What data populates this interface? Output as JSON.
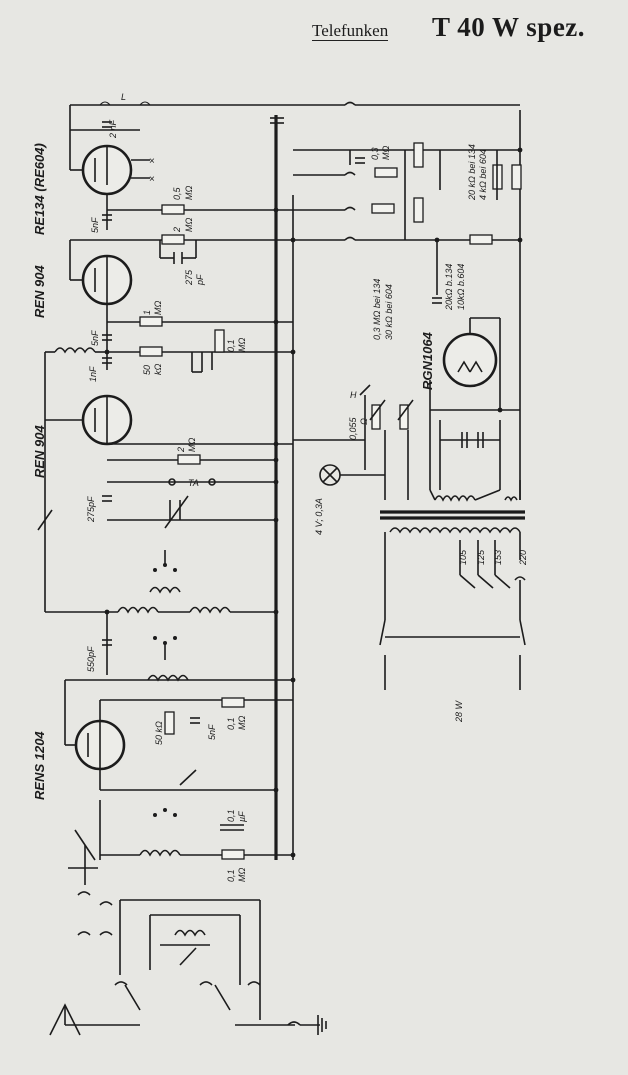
{
  "header": {
    "brand": "Telefunken",
    "model": "T 40 W spez."
  },
  "tubes": [
    "RE134 (RE604)",
    "REN 904",
    "REN 904",
    "RENS 1204",
    "RGN1064"
  ],
  "components": {
    "c_2nf": "2 nF",
    "c_5nf_a": "5nF",
    "r_05": "0,5",
    "r_05b": "MΩ",
    "r_2": "2",
    "r_2b": "MΩ",
    "c_275": "275",
    "c_275b": "pF",
    "r_1": "1",
    "r_1b": "MΩ",
    "c_5nf_b": "5nF",
    "c_1nf": "1nF",
    "r_50": "50",
    "r_50b": "kΩ",
    "r_01a": "0,1",
    "r_01ab": "MΩ",
    "r_03": "0,3",
    "r_03b": "MΩ",
    "r_20k_1": "20 kΩ bei 134",
    "r_20k_2": "4 kΩ bei 604",
    "r_03m_1": "0,3 MΩ bei 134",
    "r_03m_2": "30 kΩ bei 604",
    "r_20k_3": "20kΩ b.134",
    "r_20k_4": "10kΩ b.604",
    "h": "H",
    "r_0055": "0,055",
    "r_0055b": "Ω",
    "r_2c": "2",
    "r_2cb": "MΩ",
    "ta": "TA",
    "c_275pf": "275pF",
    "lamp": "4 V; 0,3A",
    "c_550": "550pF",
    "r_50k": "50 kΩ",
    "c_5nf_c": "5nF",
    "r_01c": "0,1",
    "r_01cb": "MΩ",
    "c_01uf": "0,1",
    "c_01ufb": "µF",
    "r_01d": "0,1",
    "r_01db": "MΩ",
    "v105": "105",
    "v125": "125",
    "v153": "153",
    "v220": "220",
    "power": "28 W",
    "l": "L"
  },
  "colors": {
    "ink": "#1c1c1c",
    "paper": "#e7e7e3"
  }
}
